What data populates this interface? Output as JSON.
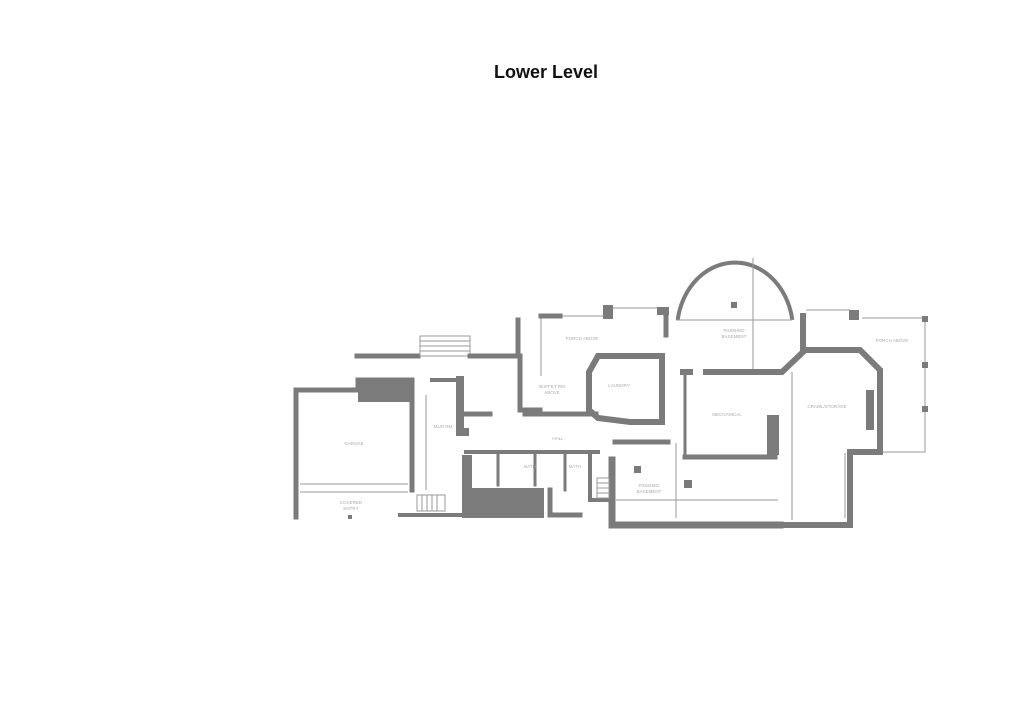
{
  "title": "Lower Level",
  "wall_color": "#7b7b7b",
  "rooms": {
    "garage": "GARAGE",
    "covered_entry_1": "COVERED",
    "covered_entry_2": "ENTRY",
    "mud_rm": "MUD RM",
    "buffet_1": "BUFFET RM",
    "buffet_2": "ABOVE",
    "porch_above_left": "PORCH ABOVE",
    "laundry": "LAUNDRY",
    "hall": "HALL",
    "finished_basement_top_1": "FINISHED",
    "finished_basement_top_2": "BASEMENT",
    "mechanical": "MECHANICAL",
    "crawl_storage": "CRAWL/STORAGE",
    "porch_above_right": "PORCH ABOVE",
    "finished_basement_bottom_1": "FINISHED",
    "finished_basement_bottom_2": "BASEMENT",
    "bath_1": "BATH",
    "bath_2": "BATH"
  }
}
